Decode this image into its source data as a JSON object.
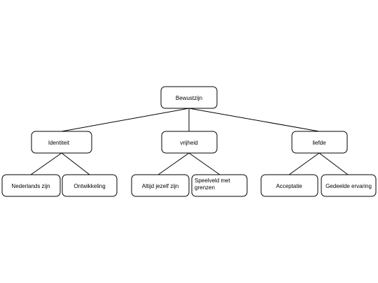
{
  "diagram": {
    "root": {
      "label": "Bewustzijn"
    },
    "branches": [
      {
        "label": "Identiteit",
        "children": [
          {
            "lines": [
              "Nederlands zijn"
            ]
          },
          {
            "lines": [
              "Ontwikkeling"
            ]
          }
        ]
      },
      {
        "label": "vrijheid",
        "children": [
          {
            "lines": [
              "Altijd jezelf zijn"
            ]
          },
          {
            "lines": [
              "Speelveld met",
              "grenzen"
            ]
          }
        ]
      },
      {
        "label": "liefde",
        "children": [
          {
            "lines": [
              "Acceptatie"
            ]
          },
          {
            "lines": [
              "Gedeelde ervaring"
            ]
          }
        ]
      }
    ]
  }
}
